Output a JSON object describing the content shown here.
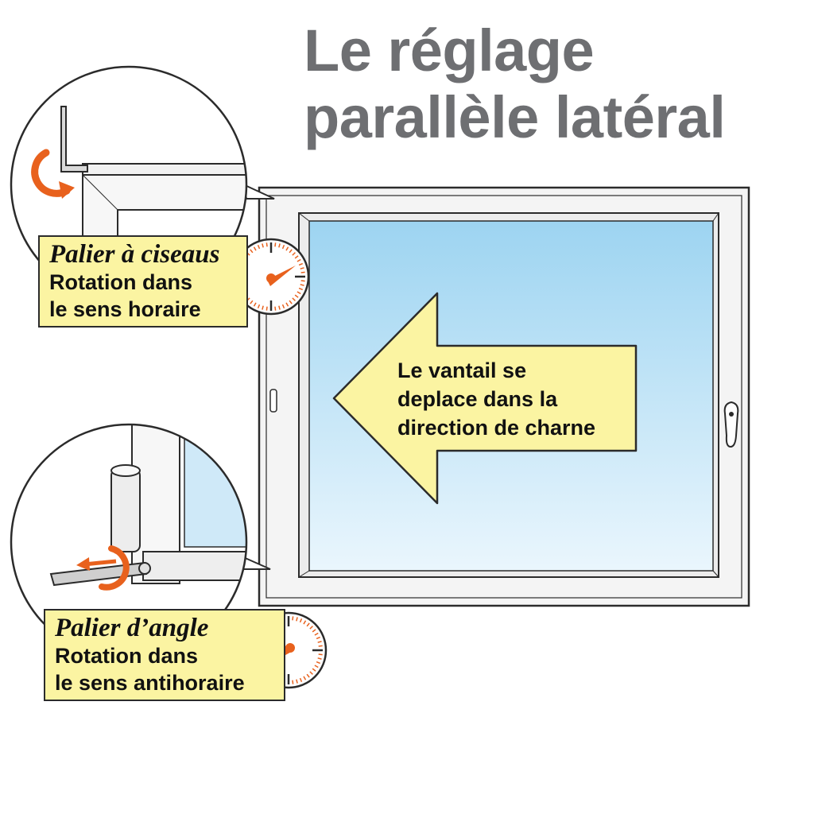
{
  "title": {
    "line1": "Le réglage",
    "line2": "parallèle latéral"
  },
  "callouts": {
    "top": {
      "heading": "Palier à ciseaus",
      "line1": "Rotation dans",
      "line2": "le sens horaire"
    },
    "bottom": {
      "heading": "Palier d’angle",
      "line1": "Rotation dans",
      "line2": "le sens antihoraire"
    }
  },
  "arrow": {
    "line1": "Le vantail se",
    "line2": "deplace dans la",
    "line3": "direction de charne"
  },
  "colors": {
    "title": "#6e6f72",
    "callout_fill": "#fbf4a2",
    "arrow_fill": "#fbf4a2",
    "glass_top": "#9dd4f1",
    "glass_bottom": "#eaf6fd",
    "accent_orange": "#e8611d",
    "frame": "#f4f4f4",
    "outline": "#2b2b2b"
  },
  "icons": {
    "top_detail": [
      "allen-key-icon",
      "rotate-clockwise-icon",
      "dial-icon"
    ],
    "bottom_detail": [
      "hinge-icon",
      "rotate-counterclockwise-icon",
      "dial-icon"
    ],
    "window": [
      "window-handle-icon",
      "direction-arrow-icon"
    ]
  }
}
